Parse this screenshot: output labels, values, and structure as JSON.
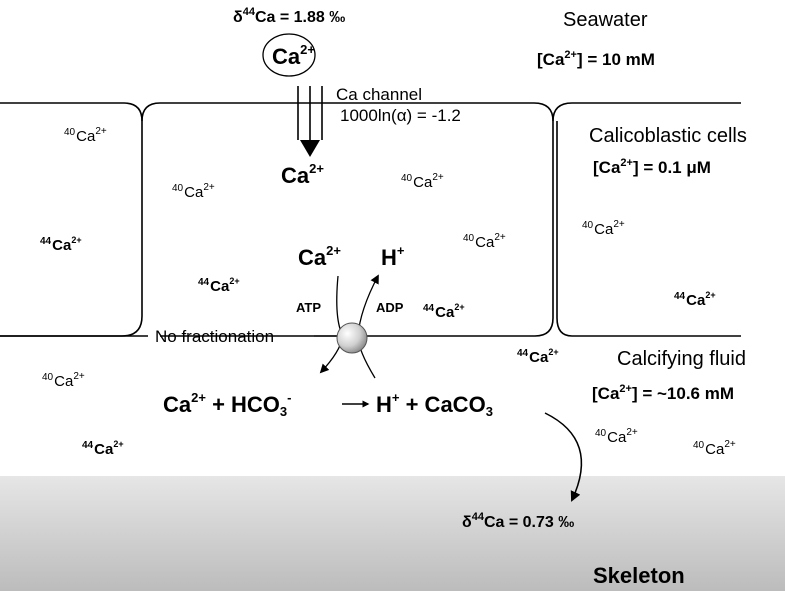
{
  "seawater": {
    "delta": "δ",
    "delta_mass": "44",
    "delta_rest": "Ca = 1.88 ‰",
    "title": "Seawater",
    "conc_prefix": "[Ca",
    "conc_charge": "2+",
    "conc_suffix": "] = 10 mM",
    "ion_symbol": "Ca",
    "ion_charge": "2+"
  },
  "channel": {
    "line1": "Ca channel",
    "line2": "1000ln(α) = -1.2",
    "ion_symbol": "Ca",
    "ion_charge": "2+"
  },
  "calicoblastic": {
    "title": "Calicoblastic cells",
    "conc_prefix": "[Ca",
    "conc_charge": "2+",
    "conc_suffix": "] = 0.1 μM"
  },
  "pump": {
    "ca_symbol": "Ca",
    "ca_charge": "2+",
    "h_symbol": "H",
    "h_charge": "+",
    "atp": "ATP",
    "adp": "ADP",
    "no_fractionation": "No fractionation"
  },
  "reaction": {
    "ca": "Ca",
    "ca_charge": "2+",
    "plus1": " + HCO",
    "hco_sub": "3",
    "hco_charge": "-",
    "h": "H",
    "h_charge": "+",
    "plus2": " + CaCO",
    "caco_sub": "3"
  },
  "calcifying": {
    "title": "Calcifying fluid",
    "conc_prefix": "[Ca",
    "conc_charge": "2+",
    "conc_suffix": "] = ~10.6 mM"
  },
  "skeleton": {
    "delta": "δ",
    "delta_mass": "44",
    "delta_rest": "Ca = 0.73 ‰",
    "label": "Skeleton"
  },
  "isotopes": {
    "ca40_mass": "40",
    "ca44_mass": "44",
    "symbol": "Ca",
    "charge": "2+"
  },
  "colors": {
    "skeleton_top": "#e4e4e4",
    "skeleton_bottom": "#bdbdbd",
    "line": "#000000"
  }
}
